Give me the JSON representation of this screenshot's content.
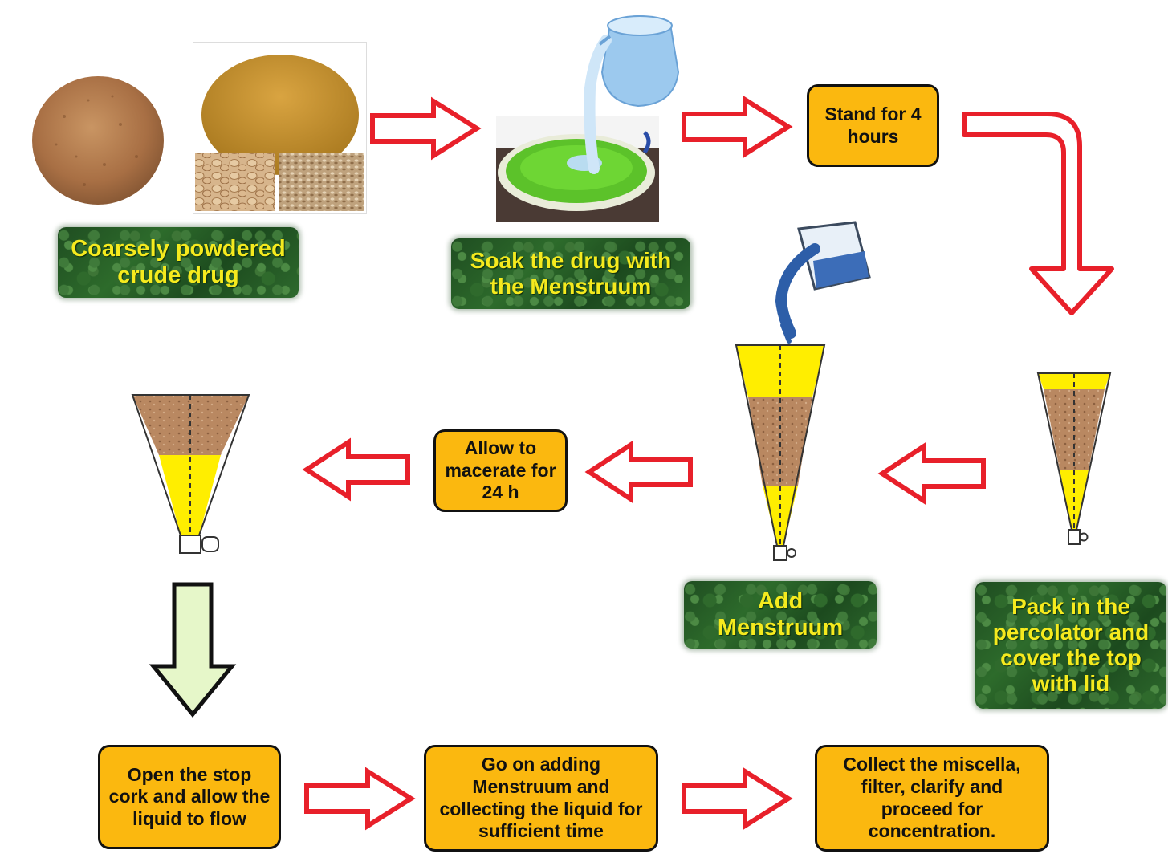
{
  "steps": {
    "coarse": "Coarsely powdered crude drug",
    "soak": "Soak the drug with the Menstruum",
    "stand": "Stand for 4 hours",
    "pack": "Pack in the percolator and cover the top with lid",
    "add": "Add Menstruum",
    "macerate": "Allow to macerate for 24 h",
    "open": "Open the stop cork and allow the liquid to flow",
    "goon": "Go on adding Menstruum and collecting the liquid for sufficient time",
    "collect": "Collect the miscella, filter, clarify and proceed for concentration."
  },
  "colors": {
    "arrow_red": "#e8202a",
    "arrow_green_fill": "#e6f7c9",
    "box_orange": "#fbb80f",
    "label_text": "#f5ea1e",
    "liquid_yellow": "#ffee00",
    "powder": "#b07a4a"
  },
  "icons": [
    "powder-pile-image",
    "powder-samples-image",
    "green-bowl-image",
    "pitcher-icon",
    "beaker-icon",
    "percolator-icon"
  ]
}
